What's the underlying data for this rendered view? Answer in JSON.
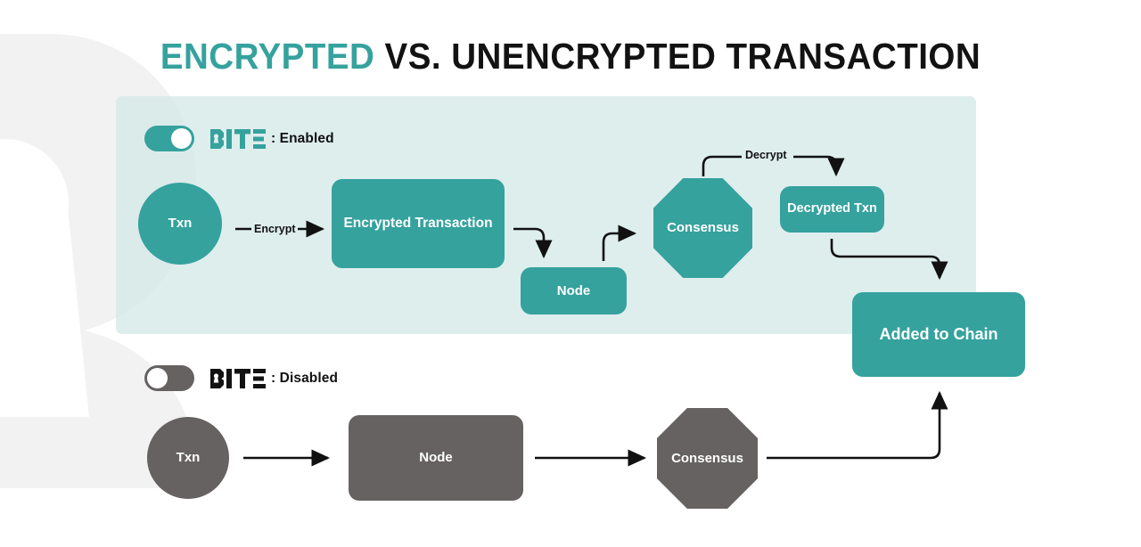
{
  "title": {
    "accent_text": "ENCRYPTED",
    "rest_text": "VS. UNENCRYPTED  TRANSACTION",
    "accent_color": "#35a29e",
    "rest_color": "#121212"
  },
  "colors": {
    "teal": "#35a29e",
    "gray": "#666262",
    "panel_bg": "#dfedeb",
    "watermark": "#f2f2f2",
    "arrow": "#111111",
    "text_light": "#ffffff"
  },
  "enabled_section": {
    "toggle": {
      "state": "on",
      "aria_label": "BITE toggle enabled"
    },
    "logo_text": "BITE",
    "status_label": ": Enabled",
    "nodes": [
      {
        "id": "txn",
        "label": "Txn",
        "shape": "circle",
        "color": "teal"
      },
      {
        "id": "encrypted-transaction",
        "label": "Encrypted Transaction",
        "shape": "rounded",
        "color": "teal"
      },
      {
        "id": "node",
        "label": "Node",
        "shape": "rounded",
        "color": "teal"
      },
      {
        "id": "consensus",
        "label": "Consensus",
        "shape": "octagon",
        "color": "teal"
      },
      {
        "id": "decrypted-txn",
        "label": "Decrypted Txn",
        "shape": "rounded",
        "color": "teal"
      }
    ],
    "edge_labels": {
      "encrypt": "Encrypt",
      "decrypt": "Decrypt"
    }
  },
  "disabled_section": {
    "toggle": {
      "state": "off",
      "aria_label": "BITE toggle disabled"
    },
    "logo_text": "BITE",
    "status_label": ": Disabled",
    "nodes": [
      {
        "id": "txn",
        "label": "Txn",
        "shape": "circle",
        "color": "gray"
      },
      {
        "id": "node",
        "label": "Node",
        "shape": "rounded",
        "color": "gray"
      },
      {
        "id": "consensus",
        "label": "Consensus",
        "shape": "octagon",
        "color": "gray"
      }
    ]
  },
  "shared": {
    "added_to_chain_label": "Added to Chain"
  }
}
